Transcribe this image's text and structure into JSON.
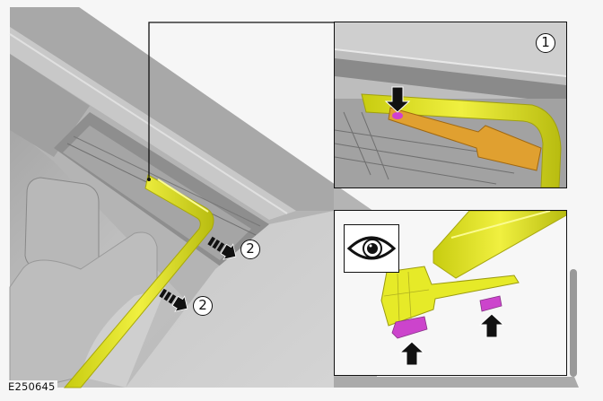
{
  "figure": {
    "id": "E250645",
    "background": "#f6f6f6"
  },
  "main_view": {
    "description": "Vehicle interior roof/door frame area with yellow highlighted trim panel",
    "highlight_color": "#e6ea1e",
    "callouts": [
      {
        "label": "2",
        "role": "release-direction-arrow-upper"
      },
      {
        "label": "2",
        "role": "release-direction-arrow-lower"
      }
    ]
  },
  "detail_top": {
    "callout": "1",
    "description": "Close-up of clip location with trim tool",
    "tool_color": "#e0a030",
    "clip_color": "#d040d0",
    "arrow": "down-arrow"
  },
  "detail_bottom": {
    "icon": "eye-icon",
    "description": "Inspection view of trim clips",
    "clip_color": "#cc44cc",
    "arrows": [
      "up-arrow",
      "up-arrow"
    ]
  }
}
